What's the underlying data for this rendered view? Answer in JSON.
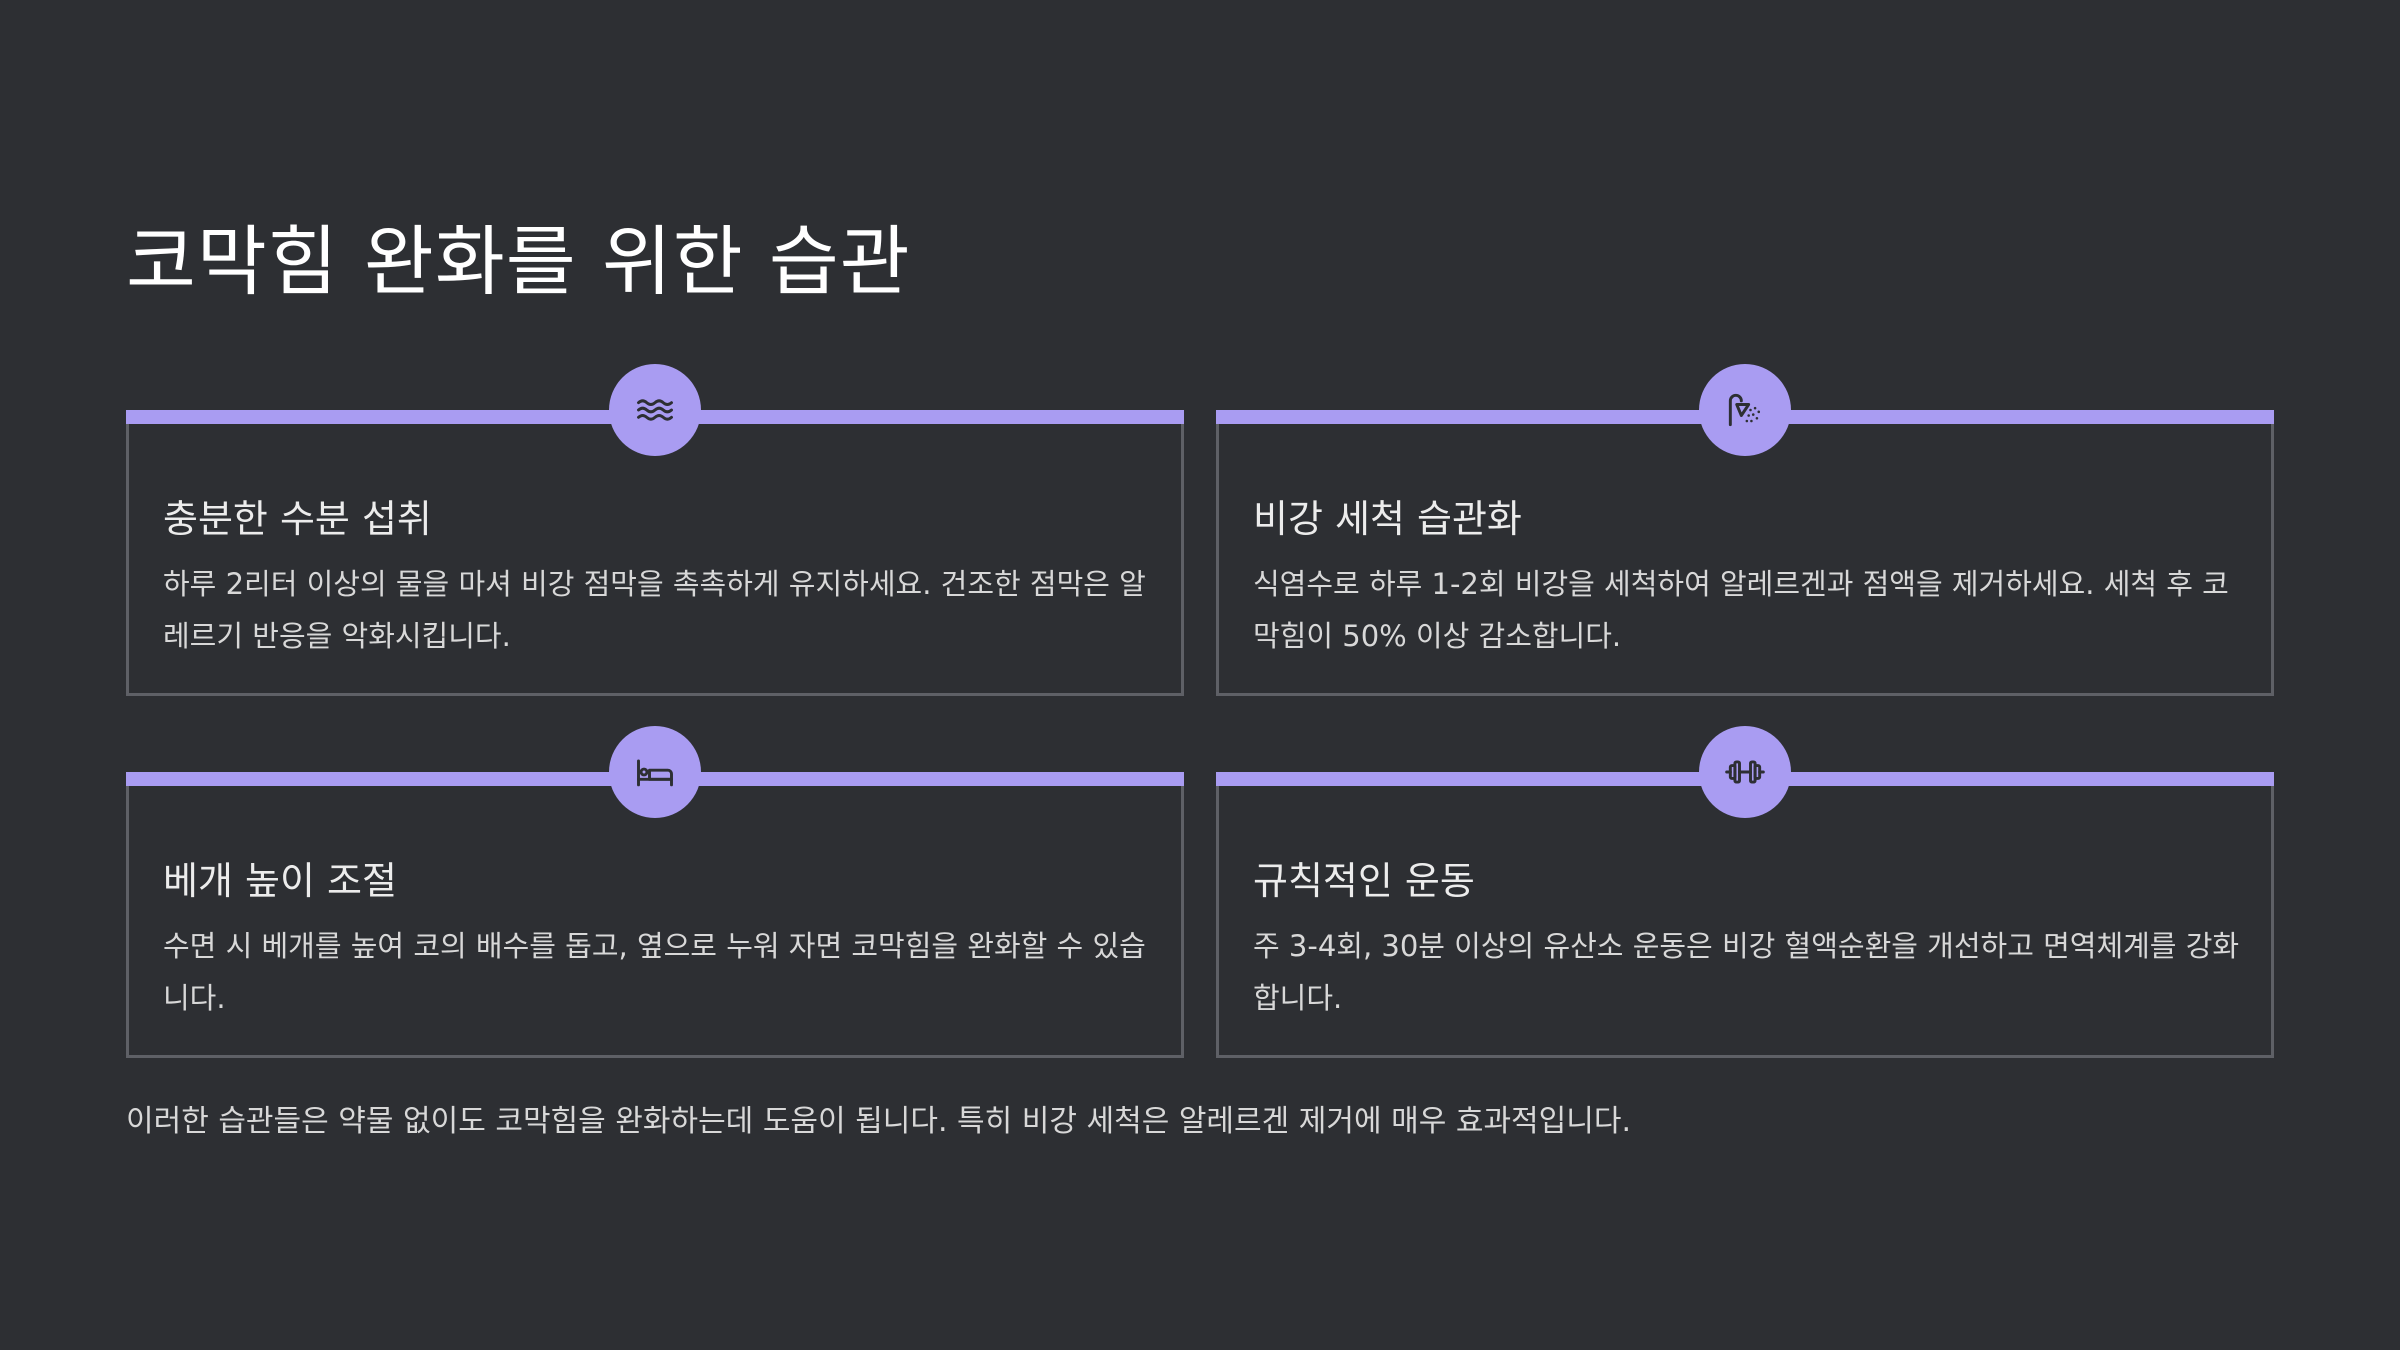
{
  "title": "코막힘 완화를 위한 습관",
  "accent_color": "#a99cf2",
  "background_color": "#2d2f33",
  "cards": [
    {
      "icon": "water-waves-icon",
      "title": "충분한 수분 섭취",
      "body": "하루 2리터 이상의 물을 마셔 비강 점막을 촉촉하게 유지하세요. 건조한 점막은 알레르기 반응을 악화시킵니다."
    },
    {
      "icon": "shower-icon",
      "title": "비강 세척 습관화",
      "body": "식염수로 하루 1-2회 비강을 세척하여 알레르겐과 점액을 제거하세요. 세척 후 코막힘이 50% 이상 감소합니다."
    },
    {
      "icon": "bed-icon",
      "title": "베개 높이 조절",
      "body": "수면 시 베개를 높여 코의 배수를 돕고, 옆으로 누워 자면 코막힘을 완화할 수 있습니다."
    },
    {
      "icon": "dumbbell-icon",
      "title": "규칙적인 운동",
      "body": "주 3-4회, 30분 이상의 유산소 운동은 비강 혈액순환을 개선하고 면역체계를 강화합니다."
    }
  ],
  "footer": "이러한 습관들은 약물 없이도 코막힘을 완화하는데 도움이 됩니다. 특히 비강 세척은 알레르겐 제거에 매우 효과적입니다."
}
